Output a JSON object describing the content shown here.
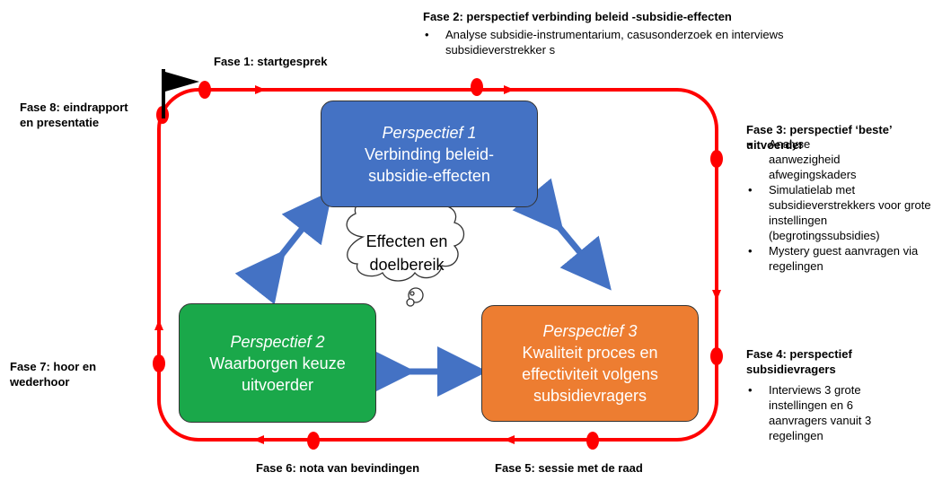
{
  "phases": {
    "fase1": {
      "title": "Fase 1: startgesprek"
    },
    "fase2": {
      "title": "Fase 2: perspectief verbinding beleid -subsidie-effecten",
      "bullets": [
        "Analyse subsidie-instrumentarium, casusonderzoek en interviews subsidieverstrekker s"
      ]
    },
    "fase3": {
      "title_line1": "Fase 3: perspectief ‘beste’",
      "title_line2": "uitvoerder",
      "bullets": [
        "Analyse aanwezigheid afwegingskaders",
        "Simulatielab met subsidieverstrekkers voor grote instellingen (begrotingssubsidies)",
        "Mystery guest aanvragen via regelingen"
      ]
    },
    "fase4": {
      "title_line1": "Fase 4: perspectief",
      "title_line2": "subsidievragers",
      "bullets": [
        "Interviews 3 grote instellingen en 6 aanvragers vanuit 3 regelingen"
      ]
    },
    "fase5": {
      "title": "Fase 5: sessie met de raad"
    },
    "fase6": {
      "title": "Fase 6: nota van bevindingen"
    },
    "fase7": {
      "title_line1": "Fase 7: hoor en",
      "title_line2": "wederhoor"
    },
    "fase8": {
      "title_line1": "Fase 8: eindrapport",
      "title_line2": "en presentatie"
    }
  },
  "perspectives": {
    "p1": {
      "title": "Perspectief 1",
      "line1": "Verbinding beleid-",
      "line2": "subsidie-effecten",
      "color": "#4472c4"
    },
    "p2": {
      "title": "Perspectief 2",
      "line1": "Waarborgen keuze",
      "line2": "uitvoerder",
      "color": "#1aa84a"
    },
    "p3": {
      "title": "Perspectief 3",
      "line1": "Kwaliteit proces en",
      "line2": "effectiviteit volgens",
      "line3": "subsidievragers",
      "color": "#ed7d31"
    }
  },
  "center": {
    "line1": "Effecten en",
    "line2": "doelbereik"
  },
  "colors": {
    "track": "#ff0000",
    "arrows": "#4472c4",
    "flag": "#000000"
  }
}
